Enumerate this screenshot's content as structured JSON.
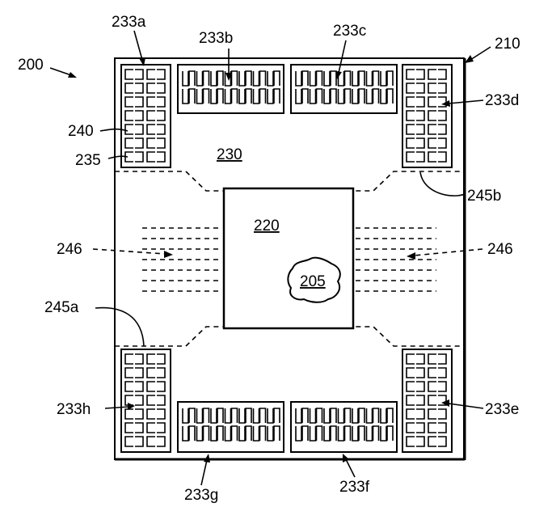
{
  "labels": {
    "fig": "200",
    "frame": "210",
    "die": "220",
    "particle": "205",
    "region": "230",
    "pad": "235",
    "pad_col": "240",
    "notch_a": "245a",
    "notch_b": "245b",
    "flow_left": "246",
    "flow_right": "246",
    "g233a": "233a",
    "g233b": "233b",
    "g233c": "233c",
    "g233d": "233d",
    "g233e": "233e",
    "g233f": "233f",
    "g233g": "233g",
    "g233h": "233h"
  }
}
